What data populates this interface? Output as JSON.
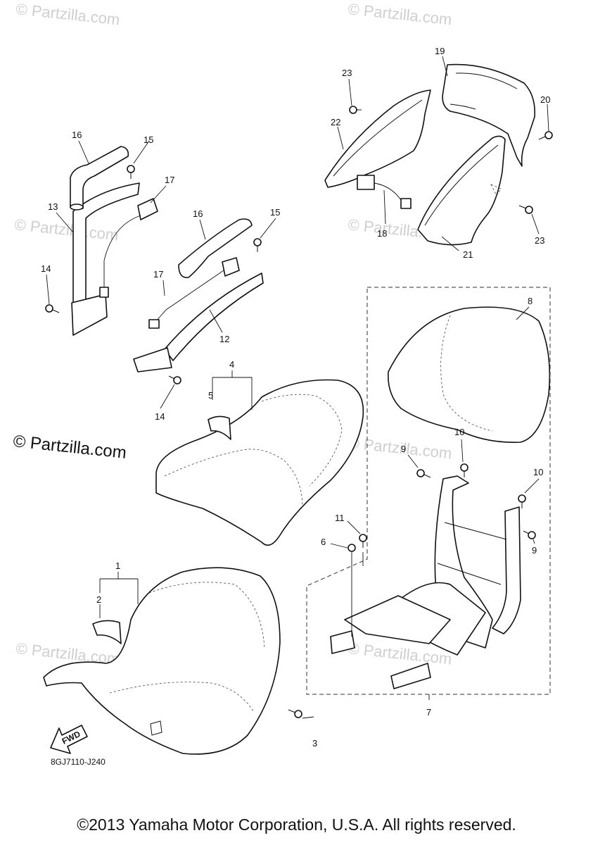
{
  "watermarks": {
    "small": "© Partzilla.com",
    "large": "© Partzilla.com"
  },
  "callouts": {
    "c1": "1",
    "c2": "2",
    "c3": "3",
    "c4": "4",
    "c5": "5",
    "c6": "6",
    "c7": "7",
    "c8": "8",
    "c9a": "9",
    "c9b": "9",
    "c10a": "10",
    "c10b": "10",
    "c11": "11",
    "c12": "12",
    "c13": "13",
    "c14a": "14",
    "c14b": "14",
    "c15a": "15",
    "c15b": "15",
    "c16a": "16",
    "c16b": "16",
    "c17a": "17",
    "c17b": "17",
    "c18": "18",
    "c19": "19",
    "c20": "20",
    "c21": "21",
    "c22": "22",
    "c23a": "23",
    "c23b": "23"
  },
  "fwd_label": "FWD",
  "diagram_code": "8GJ7110-J240",
  "copyright": "©2013 Yamaha Motor Corporation, U.S.A. All rights reserved."
}
